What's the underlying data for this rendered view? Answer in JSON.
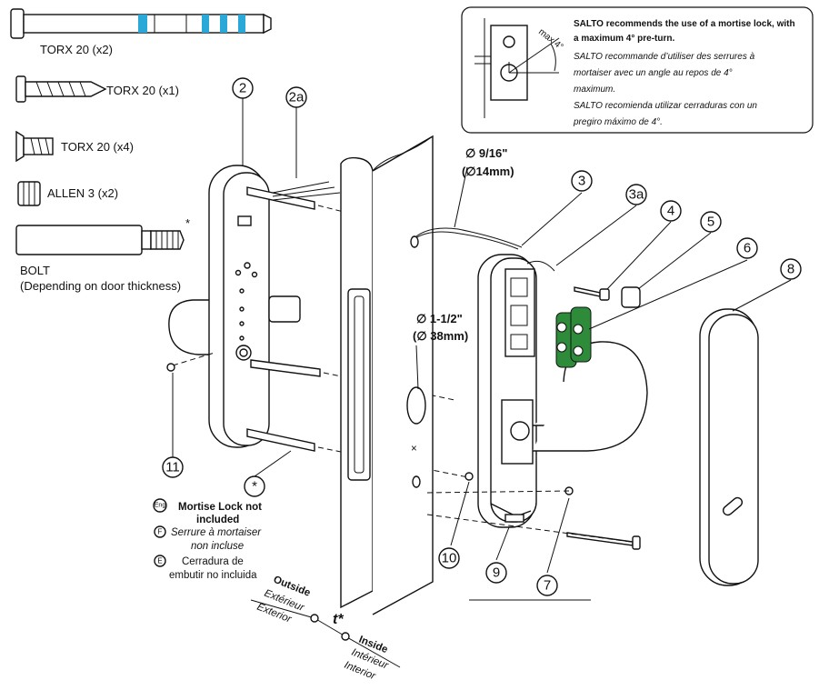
{
  "colors": {
    "line": "#111111",
    "battery_green": "#2e8b3a",
    "screw_stripe": "#2aa8d8",
    "background": "#ffffff"
  },
  "screws": {
    "torx20_x2": "TORX 20 (x2)",
    "torx20_x1": "TORX 20 (x1)",
    "torx20_x4": "TORX 20 (x4)",
    "allen3_x2": "ALLEN 3 (x2)",
    "bolt_star": "*",
    "bolt_title": "BOLT",
    "bolt_note": "(Depending on door thickness)"
  },
  "note_box": {
    "angle_label": "max 4°",
    "en_line1": "SALTO recommends the use of a mortise lock, with",
    "en_line2": "a maximum 4° pre-turn.",
    "fr_line1": "SALTO recommande d’utiliser des serrures à",
    "fr_line2": "mortaiser avec un angle au repos de 4°",
    "fr_line3": "maximum.",
    "es_line1": "SALTO recomienda utilizar cerraduras con un",
    "es_line2": "pregiro máximo de 4°."
  },
  "holes": {
    "large_imperial": "∅ 9/16\"",
    "large_metric": "(∅14mm)",
    "cyl_imperial": "∅ 1-1/2\"",
    "cyl_metric": "(∅ 38mm)"
  },
  "callouts": [
    "2",
    "2a",
    "3",
    "3a",
    "4",
    "5",
    "6",
    "8",
    "11",
    "*",
    "10",
    "9",
    "7"
  ],
  "mortise_note": {
    "eng_badge": "Eng",
    "en_line1": "Mortise Lock not",
    "en_line2": "included",
    "fr_badge": "F",
    "fr_line1": "Serrure à mortaiser",
    "fr_line2": "non incluse",
    "es_badge": "E",
    "es_line1": "Cerradura de",
    "es_line2": "embutir no incluida"
  },
  "sides": {
    "outside_en": "Outside",
    "outside_fr": "Extérieur",
    "outside_es": "Exterior",
    "inside_en": "Inside",
    "inside_fr": "Intérieur",
    "inside_es": "Interior",
    "thickness": "t*"
  },
  "icons": [
    "torx-screw-long-icon",
    "torx-screw-short-icon",
    "torx-screw-flat-icon",
    "allen-screw-icon",
    "bolt-icon",
    "battery-icon"
  ]
}
